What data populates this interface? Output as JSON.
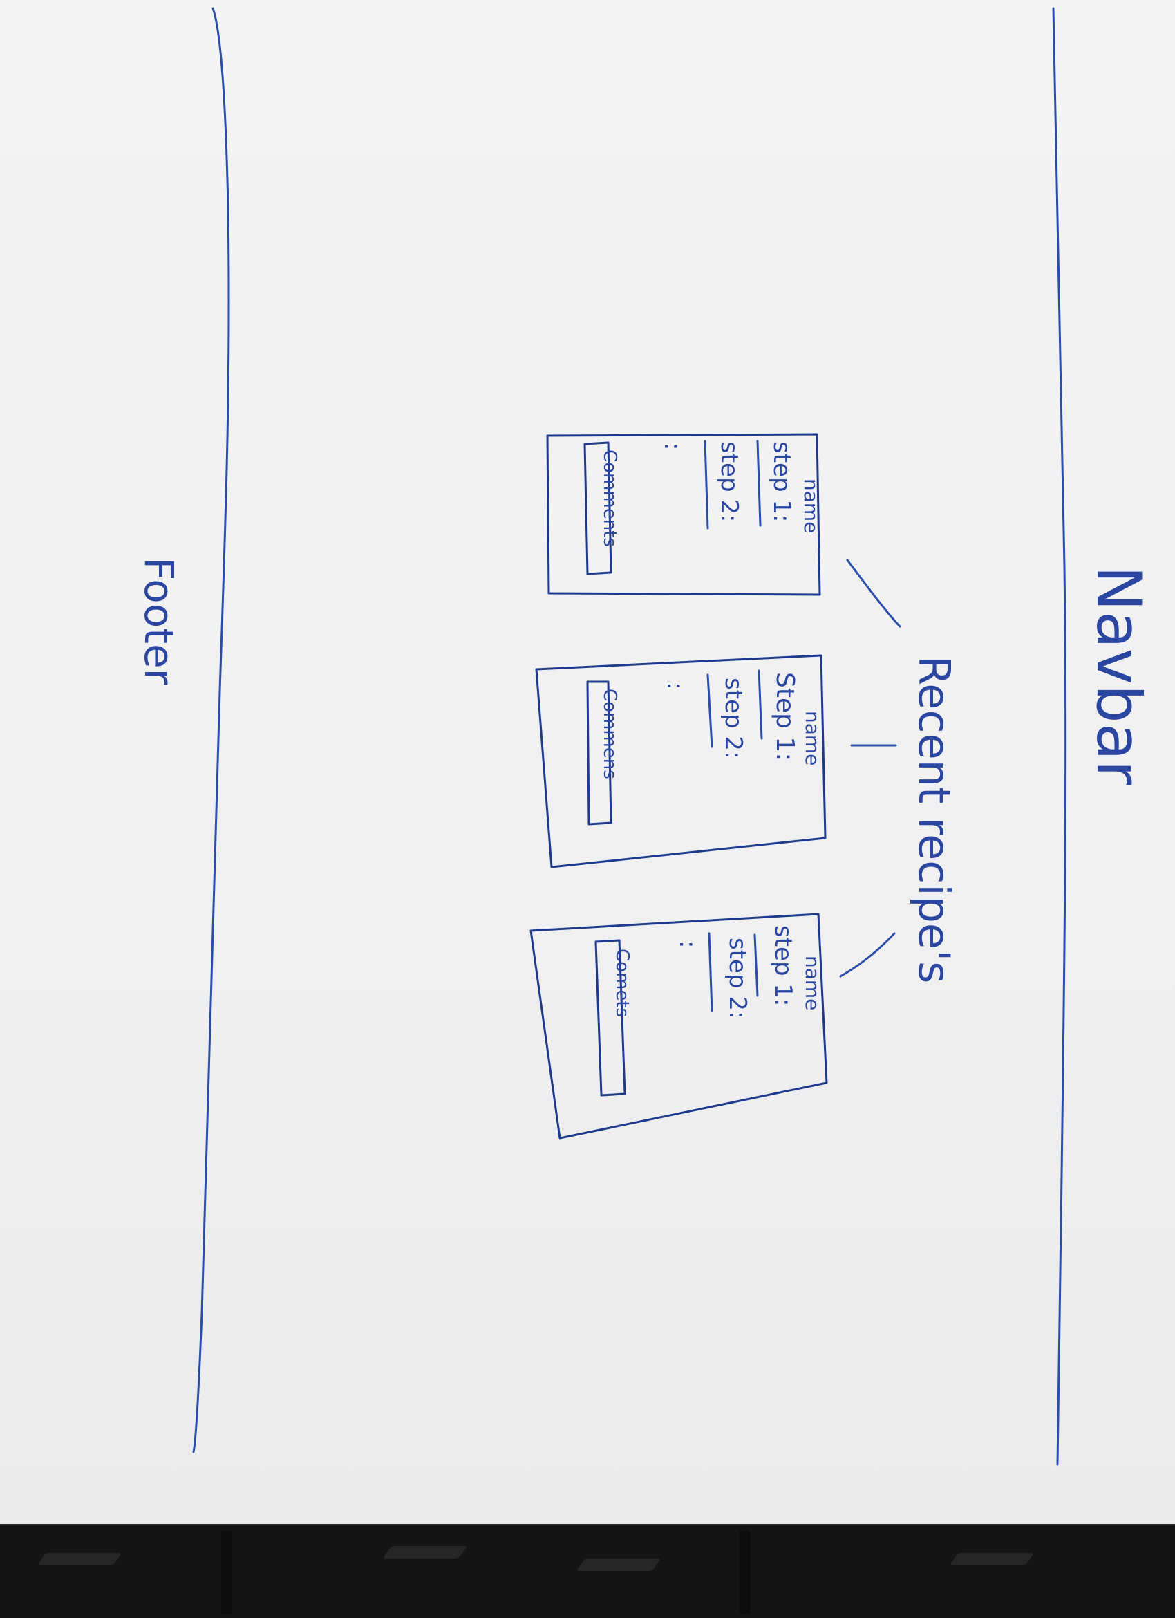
{
  "labels": {
    "navbar": "Navbar",
    "recent": "Recent recipe's",
    "footer": "Footer"
  },
  "cards": [
    {
      "name": "name",
      "step1": "step 1:",
      "step2": "step 2:",
      "more": ":",
      "comments": "Comments"
    },
    {
      "name": "name",
      "step1": "Step 1:",
      "step2": "step 2:",
      "more": ":",
      "comments": "Commens"
    },
    {
      "name": "name",
      "step1": "step 1:",
      "step2": "step 2:",
      "more": ":",
      "comments": "Comets"
    }
  ],
  "colors": {
    "ink": "#2b4fa8",
    "paper": "#f2f2f3",
    "scanner": "#141414"
  }
}
